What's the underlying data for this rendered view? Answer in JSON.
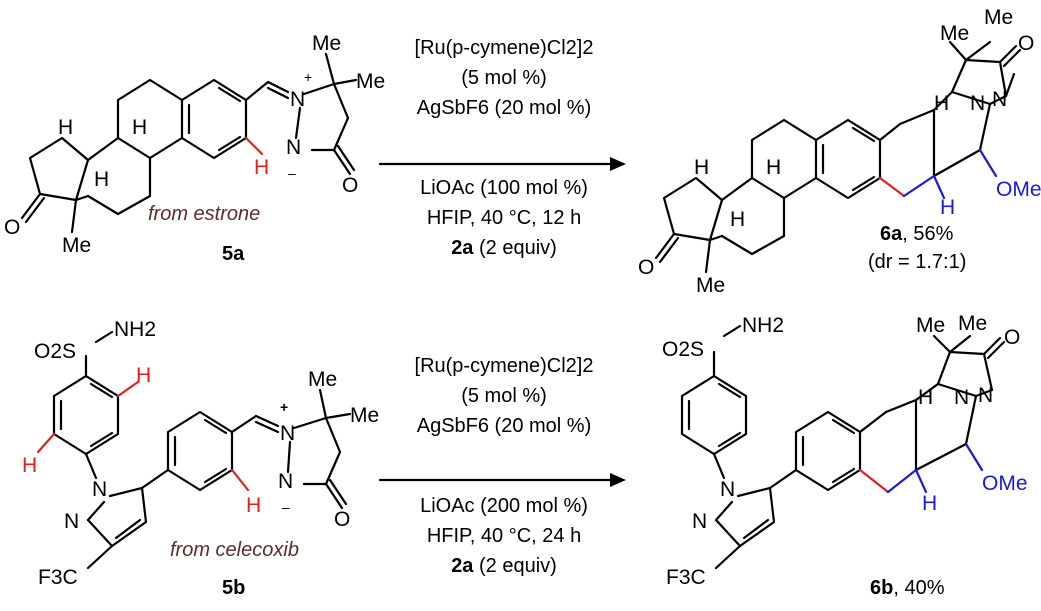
{
  "reaction_a": {
    "substrate": {
      "label": "5a",
      "source_note": "from estrone",
      "atoms": {
        "H1": "H",
        "H2": "H",
        "H3": "H",
        "me1": "Me",
        "me2": "Me",
        "me3": "Me",
        "n1": "N",
        "n2": "N",
        "o1": "O",
        "o2": "O",
        "plus": "+",
        "minus": "–",
        "h_red": "H"
      }
    },
    "conditions": {
      "line1": "[Ru(p-cymene)Cl2]2",
      "line2": "(5 mol %)",
      "line3": "AgSbF6 (20 mol %)",
      "line4": "LiOAc (100 mol %)",
      "line5": "HFIP, 40 °C, 12 h",
      "line6_bold": "2a",
      "line6_rest": " (2 equiv)"
    },
    "product": {
      "label": "6a",
      "yield": ", 56%",
      "dr": "(dr = 1.7:1)",
      "atoms": {
        "H1": "H",
        "H2": "H",
        "H3": "H",
        "H4": "H",
        "H5": "H",
        "me1": "Me",
        "me2": "Me",
        "me3": "Me",
        "n1": "N",
        "n2": "N",
        "o1": "O",
        "o2": "O",
        "ome": "OMe"
      }
    }
  },
  "reaction_b": {
    "substrate": {
      "label": "5b",
      "source_note": "from celecoxib",
      "atoms": {
        "nh2": "NH2",
        "o2s": "O2S",
        "h_a": "H",
        "h_b": "H",
        "h_c": "H",
        "n1": "N",
        "n2": "N",
        "n3": "N",
        "n4": "N",
        "f3c": "F3C",
        "me1": "Me",
        "me2": "Me",
        "o1": "O",
        "plus": "+",
        "minus": "–"
      }
    },
    "conditions": {
      "line1": "[Ru(p-cymene)Cl2]2",
      "line2": "(5 mol %)",
      "line3": "AgSbF6 (20 mol %)",
      "line4": "LiOAc (200 mol %)",
      "line5": "HFIP, 40 °C, 24 h",
      "line6_bold": "2a",
      "line6_rest": " (2 equiv)"
    },
    "product": {
      "label": "6b",
      "yield": ", 40%",
      "atoms": {
        "nh2": "NH2",
        "o2s": "O2S",
        "n1": "N",
        "n2": "N",
        "n3": "N",
        "n4": "N",
        "f3c": "F3C",
        "me1": "Me",
        "me2": "Me",
        "o1": "O",
        "H1": "H",
        "H2": "H",
        "ome": "OMe"
      }
    }
  }
}
